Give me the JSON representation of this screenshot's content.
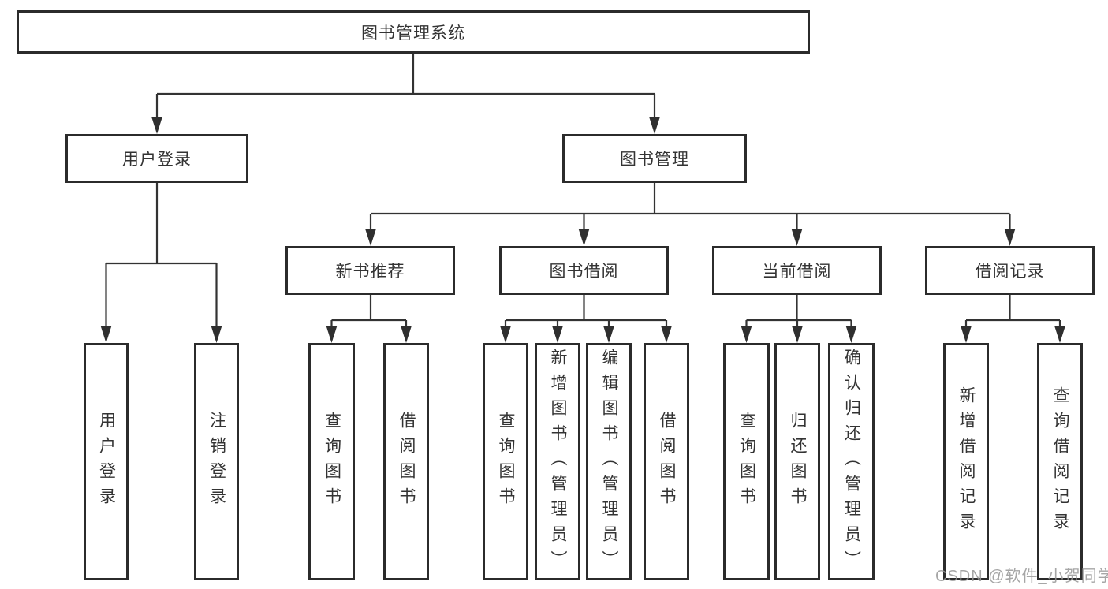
{
  "tree": {
    "root": {
      "label": "图书管理系统"
    },
    "user_login": {
      "label": "用户登录",
      "children": [
        "用户登录",
        "注销登录"
      ]
    },
    "book_mgmt": {
      "label": "图书管理",
      "new_book": {
        "label": "新书推荐",
        "children": [
          "查询图书",
          "借阅图书"
        ]
      },
      "borrowing": {
        "label": "图书借阅",
        "children": [
          "查询图书",
          "新增图书（管理员）",
          "编辑图书（管理员）",
          "借阅图书"
        ]
      },
      "current": {
        "label": "当前借阅",
        "children": [
          "查询图书",
          "归还图书",
          "确认归还（管理员）"
        ]
      },
      "records": {
        "label": "借阅记录",
        "children": [
          "新增借阅记录",
          "查询借阅记录"
        ]
      }
    }
  },
  "watermark": "CSDN @软件_小贺同学",
  "colors": {
    "line": "#333333",
    "box_border": "#2b2b2b",
    "text": "#333333",
    "background": "#ffffff",
    "watermark": "#969696"
  }
}
